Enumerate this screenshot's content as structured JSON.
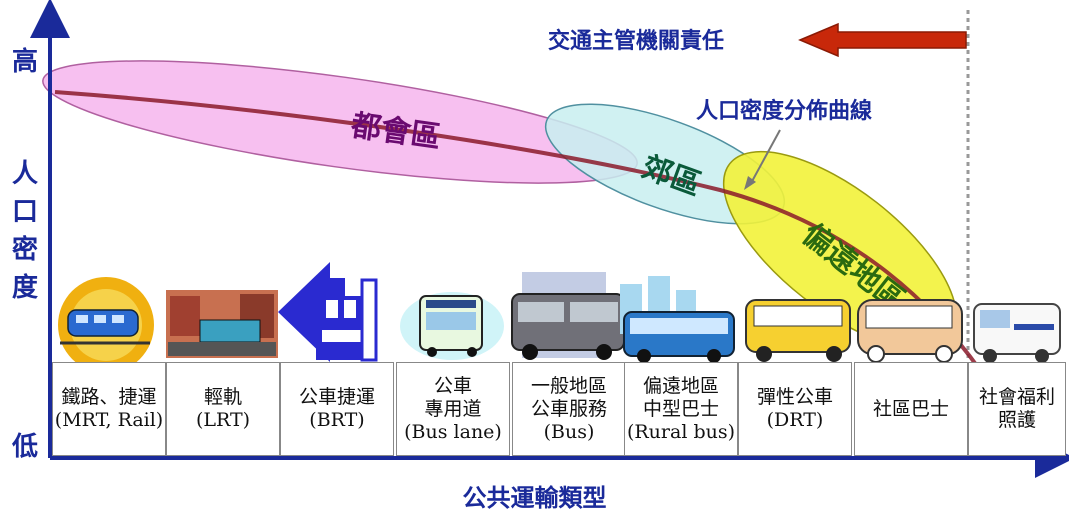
{
  "y_axis": {
    "high_label": "高",
    "low_label": "低",
    "title": "人口密度"
  },
  "x_axis": {
    "title": "公共運輸類型"
  },
  "regions": {
    "metro": "都會區",
    "suburb": "郊區",
    "remote": "偏遠地區"
  },
  "annotations": {
    "responsibility": "交通主管機關責任",
    "density_curve": "人口密度分佈曲線"
  },
  "categories": [
    {
      "lines": [
        "鐵路、捷運",
        "(MRT, Rail)"
      ],
      "icon": "train-icon"
    },
    {
      "lines": [
        "輕軌",
        "(LRT)"
      ],
      "icon": "tram-icon"
    },
    {
      "lines": [
        "公車捷運",
        "(BRT)"
      ],
      "icon": "brt-icon"
    },
    {
      "lines": [
        "公車",
        "專用道",
        "(Bus lane)"
      ],
      "icon": "bus-lane-icon"
    },
    {
      "lines": [
        "一般地區",
        "公車服務",
        "(Bus)"
      ],
      "icon": "city-bus-icon"
    },
    {
      "lines": [
        "偏遠地區",
        "中型巴士",
        "(Rural bus)"
      ],
      "icon": "rural-bus-icon"
    },
    {
      "lines": [
        "彈性公車",
        "(DRT)"
      ],
      "icon": "drt-van-icon"
    },
    {
      "lines": [
        "社區巴士"
      ],
      "icon": "community-bus-icon"
    },
    {
      "lines": [
        "社會福利",
        "照護"
      ],
      "icon": "ambulance-icon"
    }
  ],
  "colors": {
    "axis": "#1a2a9a",
    "metro_fill": "#f7c0f0",
    "suburb_fill": "#c8eef0",
    "remote_fill": "#f2f23a",
    "curve": "#8b1a2a",
    "arrow": "#c8280a"
  }
}
